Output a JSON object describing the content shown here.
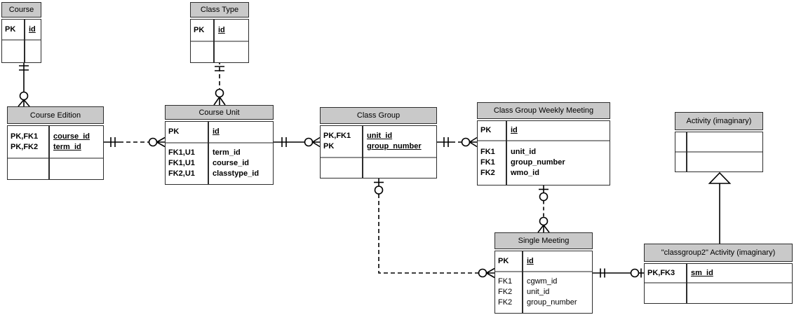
{
  "colors": {
    "header_fill": "#c9c9c9",
    "border": "#2d2d2d",
    "section_separator": "#8f8f8f",
    "relationship_line": "#000000",
    "background": "#ffffff"
  },
  "tables": [
    {
      "title": "Course",
      "pk_rows": [
        {
          "key": "PK",
          "attr": "id"
        }
      ],
      "attr_rows": []
    },
    {
      "title": "Class Type",
      "pk_rows": [
        {
          "key": "PK",
          "attr": "id"
        }
      ],
      "attr_rows": []
    },
    {
      "title": "Course Edition",
      "pk_rows": [
        {
          "key": "PK,FK1",
          "attr": "course_id"
        },
        {
          "key": "PK,FK2",
          "attr": "term_id"
        }
      ],
      "attr_rows": []
    },
    {
      "title": "Course Unit",
      "pk_rows": [
        {
          "key": "PK",
          "attr": "id"
        }
      ],
      "attr_rows": [
        {
          "key": "FK1,U1",
          "attr": "term_id"
        },
        {
          "key": "FK1,U1",
          "attr": "course_id"
        },
        {
          "key": "FK2,U1",
          "attr": "classtype_id"
        }
      ]
    },
    {
      "title": "Class Group",
      "pk_rows": [
        {
          "key": "PK,FK1",
          "attr": "unit_id"
        },
        {
          "key": "PK",
          "attr": "group_number"
        }
      ],
      "attr_rows": []
    },
    {
      "title": "Class Group Weekly Meeting",
      "pk_rows": [
        {
          "key": "PK",
          "attr": "id"
        }
      ],
      "attr_rows": [
        {
          "key": "FK1",
          "attr": "unit_id"
        },
        {
          "key": "FK1",
          "attr": "group_number"
        },
        {
          "key": "FK2",
          "attr": "wmo_id"
        }
      ]
    },
    {
      "title": "Activity (imaginary)",
      "pk_rows": [],
      "attr_rows": []
    },
    {
      "title": "Single Meeting",
      "pk_rows": [
        {
          "key": "PK",
          "attr": "id"
        }
      ],
      "attr_rows": [
        {
          "key": "FK1",
          "attr": "cgwm_id"
        },
        {
          "key": "FK2",
          "attr": "unit_id"
        },
        {
          "key": "FK2",
          "attr": "group_number"
        }
      ]
    },
    {
      "title": "\"classgroup2\" Activity (imaginary)",
      "pk_rows": [
        {
          "key": "PK,FK3",
          "attr": "sm_id"
        }
      ],
      "attr_rows": []
    }
  ],
  "relationships": [
    {
      "from": "Course",
      "to": "Course Edition",
      "from_end": "one and only one",
      "to_end": "zero or many",
      "line": "solid"
    },
    {
      "from": "Class Type",
      "to": "Course Unit",
      "from_end": "one and only one",
      "to_end": "zero or many",
      "line": "dashed"
    },
    {
      "from": "Course Edition",
      "to": "Course Unit",
      "from_end": "one and only one",
      "to_end": "zero or many",
      "line": "dashed"
    },
    {
      "from": "Course Unit",
      "to": "Class Group",
      "from_end": "one and only one",
      "to_end": "zero or many",
      "line": "solid"
    },
    {
      "from": "Class Group",
      "to": "Class Group Weekly Meeting",
      "from_end": "one and only one",
      "to_end": "zero or many",
      "line": "dashed"
    },
    {
      "from": "Class Group",
      "to": "Single Meeting",
      "from_end": "zero or one",
      "to_end": "zero or many",
      "line": "dashed"
    },
    {
      "from": "Class Group Weekly Meeting",
      "to": "Single Meeting",
      "from_end": "zero or one",
      "to_end": "zero or many",
      "line": "dashed"
    },
    {
      "from": "Single Meeting",
      "to": "\"classgroup2\" Activity (imaginary)",
      "from_end": "one and only one",
      "to_end": "zero or one",
      "line": "solid"
    },
    {
      "from": "\"classgroup2\" Activity (imaginary)",
      "to": "Activity (imaginary)",
      "type": "generalization (hollow triangle)",
      "line": "solid"
    }
  ]
}
